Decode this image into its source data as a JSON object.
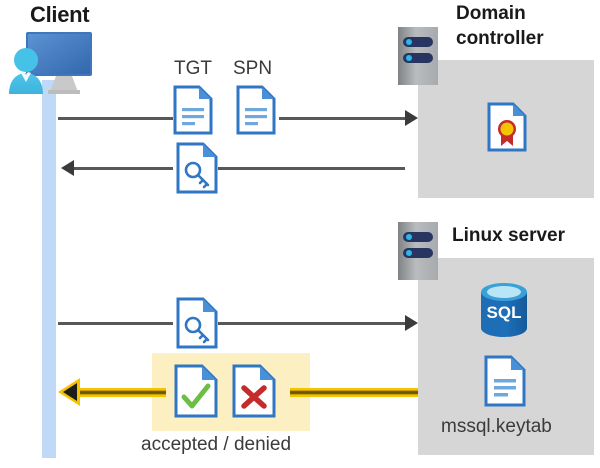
{
  "diagram": {
    "title_client": "Client",
    "title_domain_controller_line1": "Domain",
    "title_domain_controller_line2": "controller",
    "title_linux_server": "Linux server",
    "label_tgt": "TGT",
    "label_spn": "SPN",
    "label_keytab": "mssql.keytab",
    "label_result": "accepted / denied"
  },
  "icons": {
    "client_workstation": "client-user-computer-icon",
    "rack_dc": "server-rack-icon",
    "rack_linux": "server-rack-icon",
    "certificate": "certificate-document-icon",
    "sql_database": "sql-database-icon",
    "keytab_document": "text-document-icon",
    "tgt_document": "text-document-icon",
    "spn_document": "text-document-icon",
    "ticket_key_1": "key-document-icon",
    "ticket_key_2": "key-document-icon",
    "accepted_document": "check-document-icon",
    "denied_document": "cross-document-icon"
  },
  "colors": {
    "panel_gray": "#d6d6d6",
    "lifeline_blue": "#bfd9f7",
    "highlight_yellow": "#fcf0c2",
    "gold_line": "#f5c400",
    "doc_blue": "#2f76c4",
    "accept_green": "#6cbe45",
    "deny_red": "#c42b2b",
    "sql_blue": "#1d6fb8",
    "cert_gold": "#f5c400",
    "cert_red": "#c42b2b",
    "line_gray": "#58585a"
  },
  "flows": [
    {
      "name": "client-to-dc-request",
      "direction": "right",
      "payload": [
        "TGT",
        "SPN"
      ]
    },
    {
      "name": "dc-to-client-ticket",
      "direction": "left",
      "payload": [
        "key-document"
      ]
    },
    {
      "name": "client-to-linux-ticket",
      "direction": "right",
      "payload": [
        "key-document"
      ]
    },
    {
      "name": "linux-to-client-result",
      "direction": "left",
      "payload": [
        "accepted / denied"
      ]
    }
  ]
}
